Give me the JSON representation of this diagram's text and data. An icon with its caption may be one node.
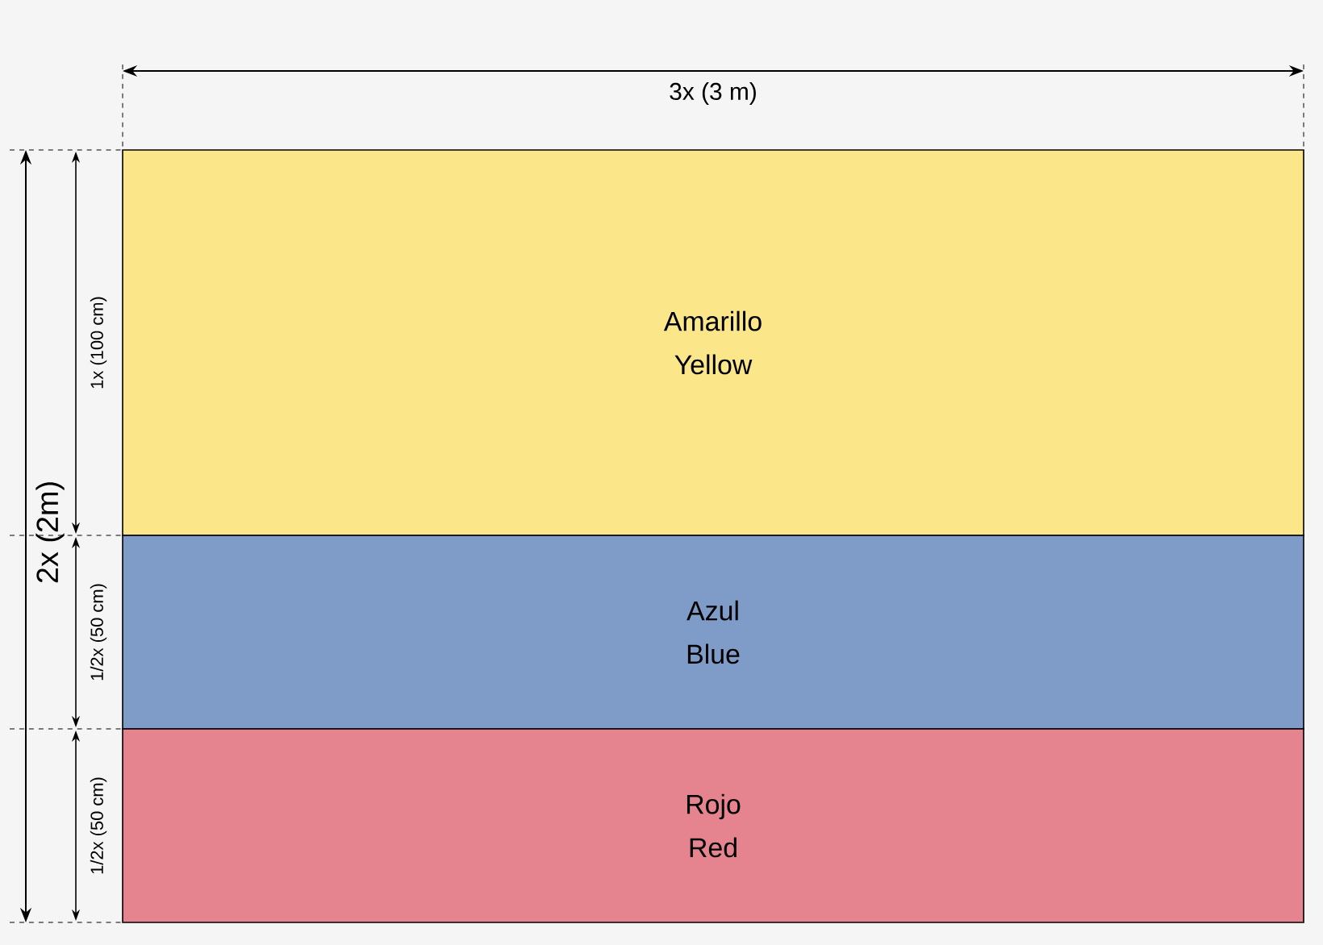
{
  "diagram": {
    "nodes": [
      {
        "text": [
          "Amarillo",
          "Yellow"
        ]
      },
      {
        "text": [
          "Azul",
          "Blue"
        ]
      },
      {
        "text": [
          "Rojo",
          "Red"
        ]
      }
    ],
    "labels": [
      "3x (3 m)",
      "2x (2m)",
      "1x (100 cm)",
      "1/2x (50 cm)",
      "1/2x (50 cm)"
    ]
  }
}
